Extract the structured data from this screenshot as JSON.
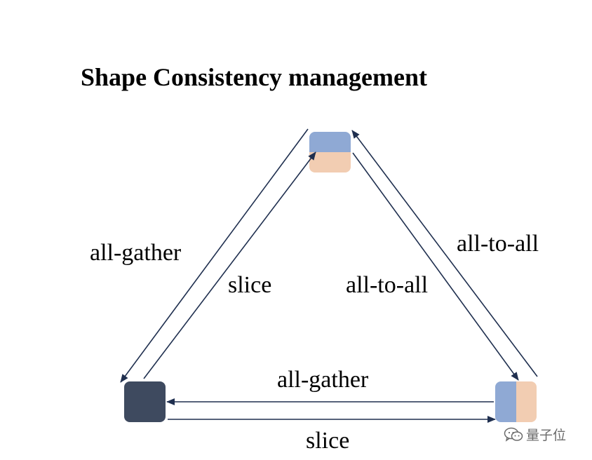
{
  "title": "Shape Consistency management",
  "colors": {
    "line": "#1f2f4f",
    "blue": "#8fa9d4",
    "peach": "#f2cdb2",
    "dark": "#3e4a5f"
  },
  "edges": {
    "left_outer": "all-gather",
    "left_inner": "slice",
    "right_inner": "all-to-all",
    "right_outer": "all-to-all",
    "bottom_top": "all-gather",
    "bottom_bottom": "slice"
  },
  "watermark": {
    "icon": "wechat-icon",
    "text": "量子位"
  }
}
